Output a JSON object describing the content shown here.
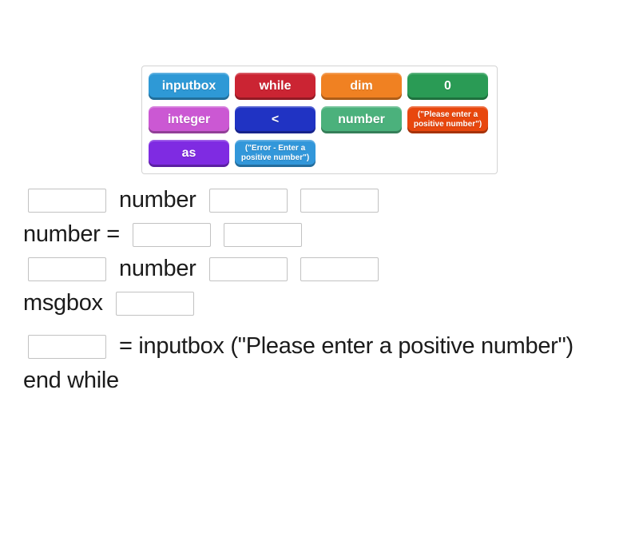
{
  "word_bank": {
    "tiles": [
      {
        "label": "inputbox",
        "color": "#2e99d6"
      },
      {
        "label": "while",
        "color": "#cb2433"
      },
      {
        "label": "dim",
        "color": "#f08122"
      },
      {
        "label": "0",
        "color": "#2a9b55"
      },
      {
        "label": "integer",
        "color": "#cb58d3"
      },
      {
        "label": "<",
        "color": "#2033c3"
      },
      {
        "label": "number",
        "color": "#4bb17c"
      },
      {
        "label": "(\"Please enter a positive number\")",
        "color": "#e8470e"
      },
      {
        "label": "as",
        "color": "#7f2be2"
      },
      {
        "label": "(\"Error - Enter a positive number\")",
        "color": "#3297da"
      }
    ]
  },
  "sentence": {
    "line1_word": "number",
    "line2_word": "number =",
    "line3_word": "number",
    "line4_word": "msgbox",
    "line5_word": "= inputbox (\"Please enter a positive number\")",
    "line6_word": "end while"
  }
}
